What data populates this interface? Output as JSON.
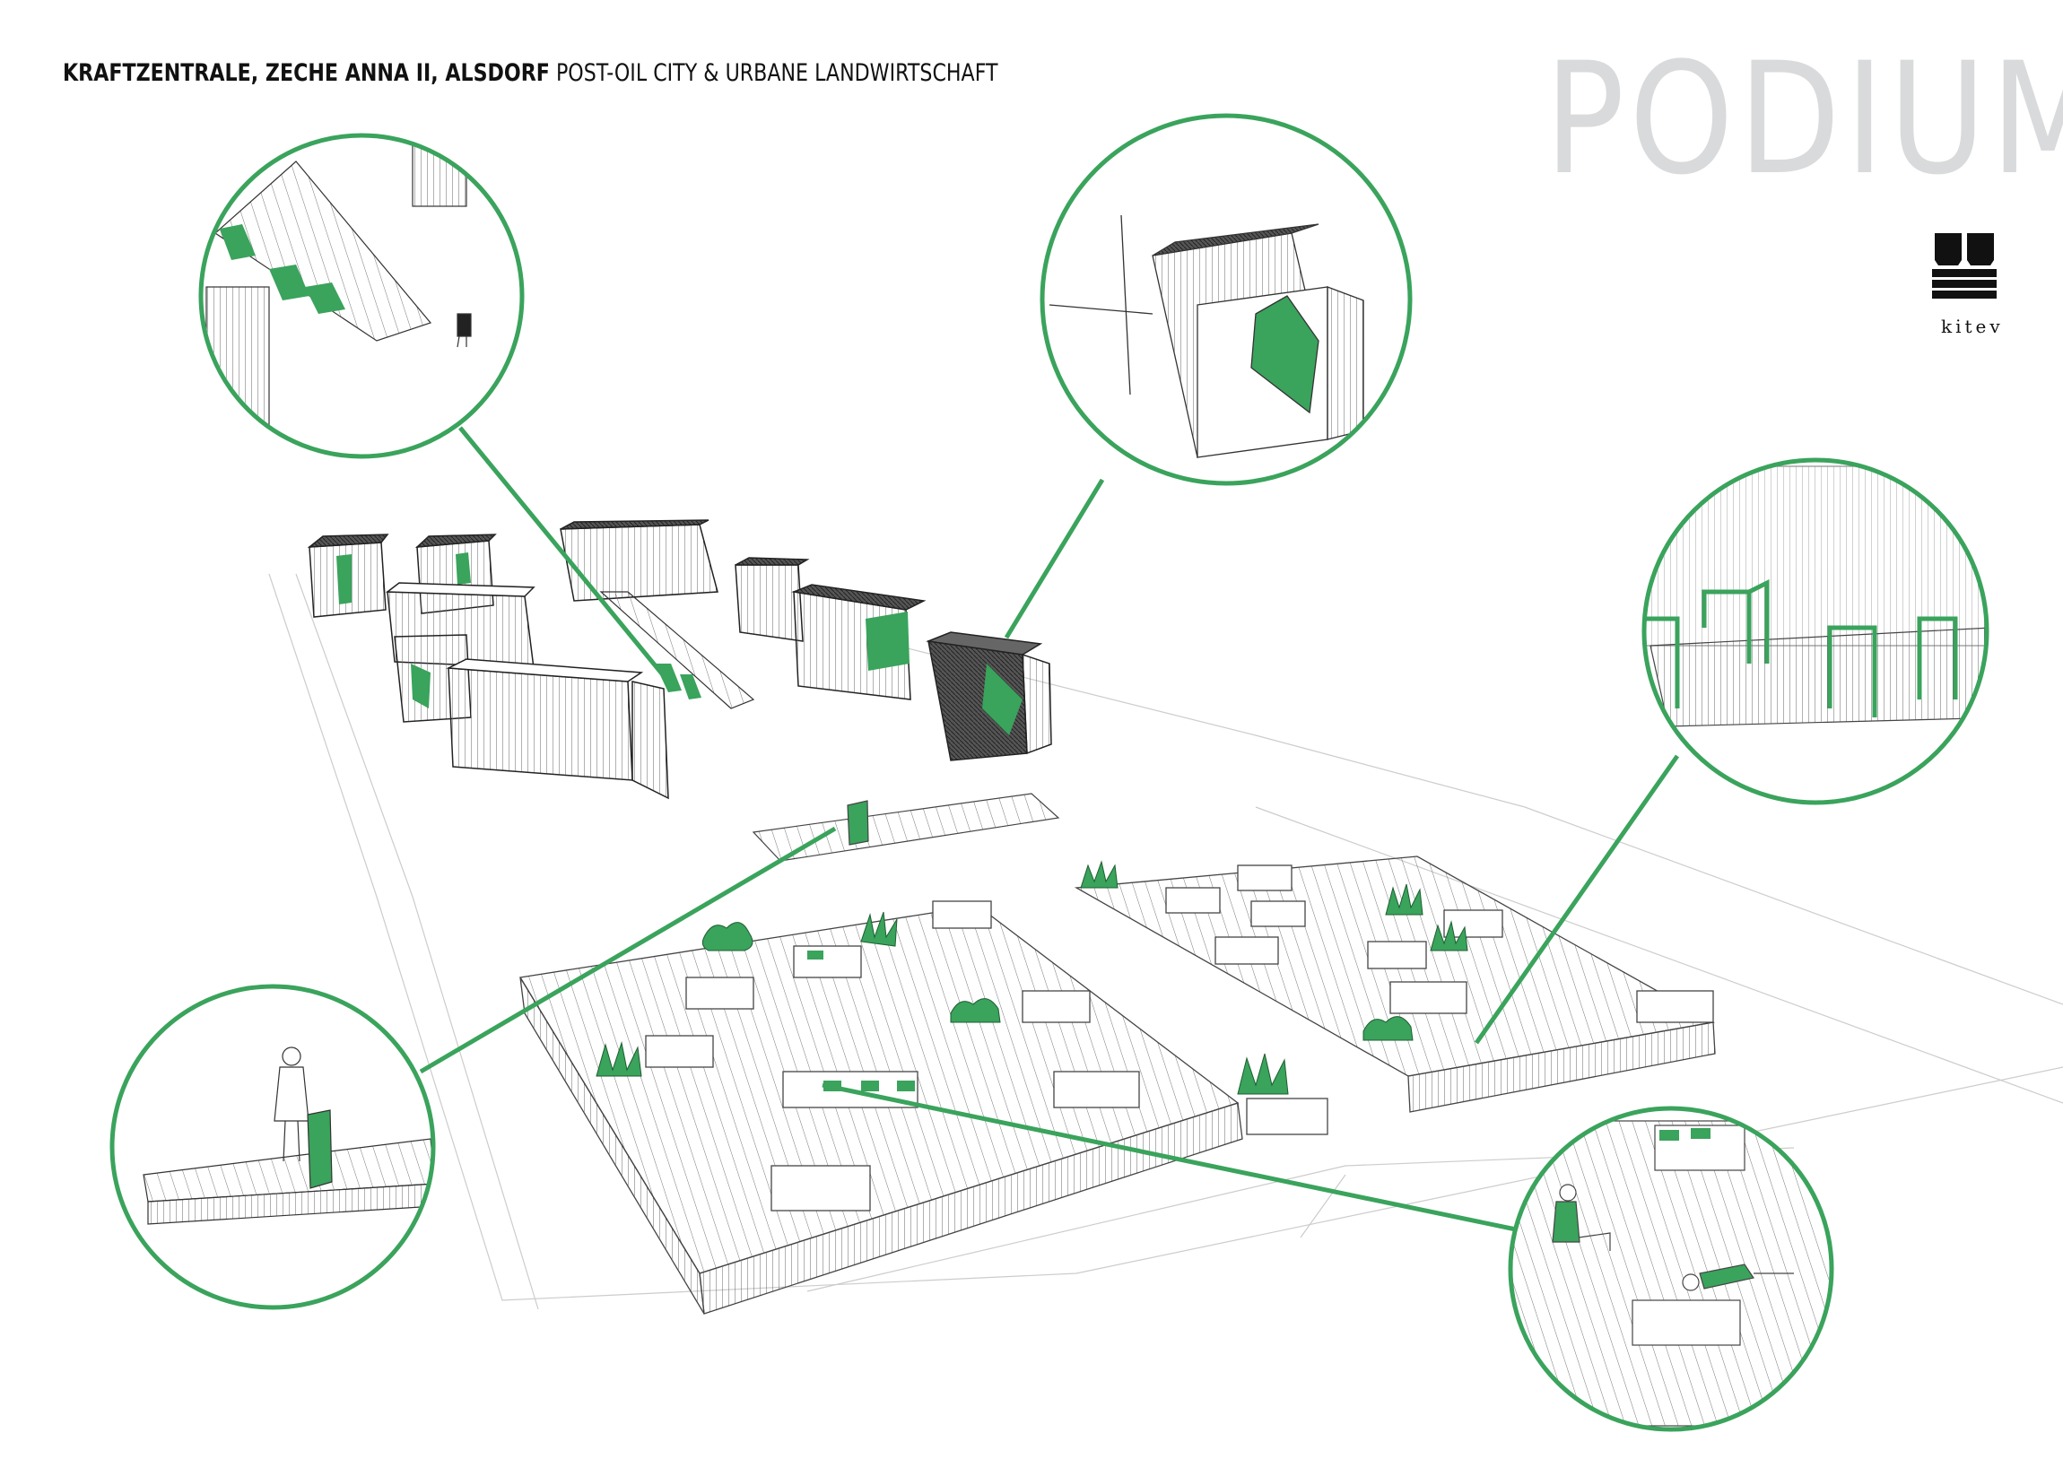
{
  "header": {
    "title_bold": "KRAFTZENTRALE, ZECHE ANNA II, ALSDORF",
    "title_regular": "POST-OIL CITY & URBANE LANDWIRTSCHAFT",
    "big_title": "PODIUM"
  },
  "logo": {
    "text": "kitev"
  },
  "colors": {
    "accent": "#3aa35c",
    "line": "#333333",
    "title_gray": "#d9dadb"
  }
}
